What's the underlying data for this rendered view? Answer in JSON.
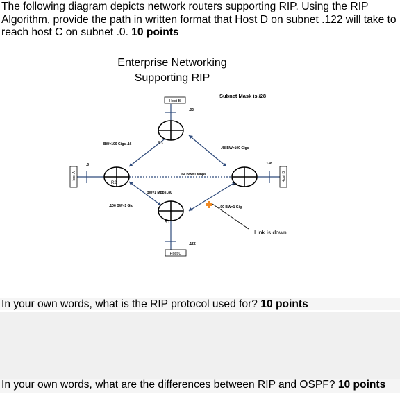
{
  "question1": {
    "text": "The following diagram depicts network routers supporting RIP.  Using the RIP Algorithm, provide the path in written format that Host D on subnet .122 will take to reach host C on subnet .0. ",
    "points": "10 points"
  },
  "diagram": {
    "title_line1": "Enterprise Networking",
    "title_line2": "Supporting RIP",
    "subnet_mask": "Subnet Mask is /28",
    "hosts": {
      "a": "Host A",
      "b": "Host B",
      "c": "Host C",
      "d": "Host D"
    },
    "routers": {
      "r1": "R1",
      "r2": "R2",
      "r3": "R3",
      "r4": "R4"
    },
    "labels": {
      "b_subnet": ".32",
      "r2_r3": "BW=100 Gigs  .16",
      "r3_r4": ".48  BW=100 Gigs",
      "a_subnet": ".0",
      "d_subnet": ".138",
      "r2_r4": ".64  BW=1 Mbps",
      "r2_r1_bw": "BW=1 Mbps  .80",
      "r2_r1": ".106  BW=1 Gig",
      "r1_r4": ".90  BW=1 Gig",
      "c_subnet": ".122",
      "link_down": "Link is down"
    }
  },
  "question2": {
    "text": "In your own words, what is the RIP protocol used for? ",
    "points": "10 points"
  },
  "question3": {
    "text": "In your own words, what are the differences between RIP and OSPF? ",
    "points": "10 points"
  }
}
